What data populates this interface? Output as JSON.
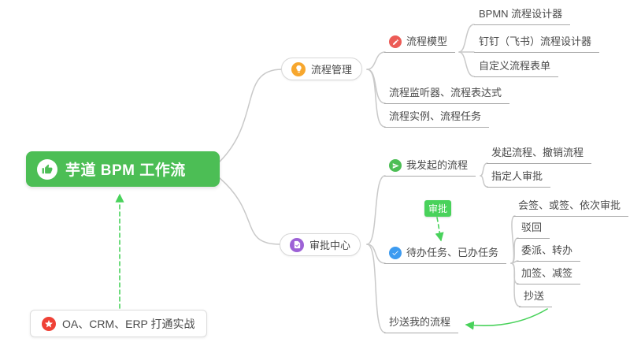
{
  "root": {
    "label": "芋道 BPM 工作流"
  },
  "practice_note": {
    "label": "OA、CRM、ERP 打通实战"
  },
  "relation": {
    "approve_label": "审批"
  },
  "process_management": {
    "label": "流程管理",
    "children": {
      "process_model": {
        "label": "流程模型"
      },
      "bpmn_designer": {
        "label": "BPMN 流程设计器"
      },
      "dingtalk_designer": {
        "label": "钉钉（飞书）流程设计器"
      },
      "custom_form": {
        "label": "自定义流程表单"
      },
      "listener_expression": {
        "label": "流程监听器、流程表达式"
      },
      "instance_task": {
        "label": "流程实例、流程任务"
      }
    }
  },
  "approval_center": {
    "label": "审批中心",
    "children": {
      "my_initiated": {
        "label": "我发起的流程"
      },
      "initiate_cancel": {
        "label": "发起流程、撤销流程"
      },
      "assignee_approval": {
        "label": "指定人审批"
      },
      "todo_done": {
        "label": "待办任务、已办任务"
      },
      "countersign": {
        "label": "会签、或签、依次审批"
      },
      "reject": {
        "label": "驳回"
      },
      "delegate_transfer": {
        "label": "委派、转办"
      },
      "add_reduce_sign": {
        "label": "加签、减签"
      },
      "cc": {
        "label": "抄送"
      },
      "cc_my_process": {
        "label": "抄送我的流程"
      }
    }
  },
  "icons": {
    "root": "thumbs-up-icon",
    "process_management": "lightbulb-icon",
    "process_model": "pencil-icon",
    "approval_center": "document-check-icon",
    "my_initiated": "send-icon",
    "todo_done": "check-icon",
    "practice_note": "star-icon"
  },
  "colors": {
    "root_bg": "#4cbe55",
    "relation_green": "#49d25b",
    "branch_icon_orange": "#f7a72e",
    "model_icon_red": "#ec5b56",
    "initiated_icon_green": "#4cbe55",
    "todo_icon_blue": "#3d9bf0",
    "approval_icon_purple": "#9d62d6",
    "star_icon_red": "#ef4136",
    "connector_gray": "#c9c9c9",
    "underline_gray": "#a9a9a9",
    "text_dark": "#4a4a4a"
  }
}
